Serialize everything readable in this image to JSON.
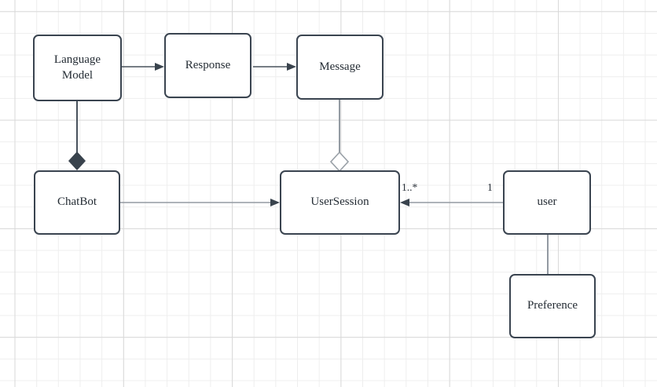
{
  "canvas": {
    "background_color": "#ffffff",
    "grid_minor_color": "#eeeeee",
    "grid_major_color": "#d9d9d9"
  },
  "diagram": {
    "colors": {
      "node_border": "#3a4450",
      "node_fill": "#ffffff",
      "text": "#242c34",
      "edge_dark": "#48525c",
      "edge_gray": "#939aa2",
      "arrowhead_fill": "#39434d",
      "composition_diamond_fill": "#39434d",
      "aggregation_diamond_stroke": "#99a0a7"
    },
    "nodes": [
      {
        "id": "language-model",
        "label": "Language Model"
      },
      {
        "id": "response",
        "label": "Response"
      },
      {
        "id": "message",
        "label": "Message"
      },
      {
        "id": "chatbot",
        "label": "ChatBot"
      },
      {
        "id": "user-session",
        "label": "UserSession"
      },
      {
        "id": "user",
        "label": "user"
      },
      {
        "id": "preference",
        "label": "Preference"
      }
    ],
    "edges": [
      {
        "from": "language-model",
        "to": "response",
        "type": "directed-arrow"
      },
      {
        "from": "response",
        "to": "message",
        "type": "directed-arrow"
      },
      {
        "from": "language-model",
        "to": "chatbot",
        "type": "composition-diamond"
      },
      {
        "from": "message",
        "to": "user-session",
        "type": "aggregation-diamond"
      },
      {
        "from": "chatbot",
        "to": "user-session",
        "type": "directed-arrow"
      },
      {
        "from": "user",
        "to": "user-session",
        "type": "directed-arrow",
        "source_multiplicity": "1",
        "target_multiplicity": "1..*"
      },
      {
        "from": "user",
        "to": "preference",
        "type": "plain-line"
      }
    ]
  }
}
